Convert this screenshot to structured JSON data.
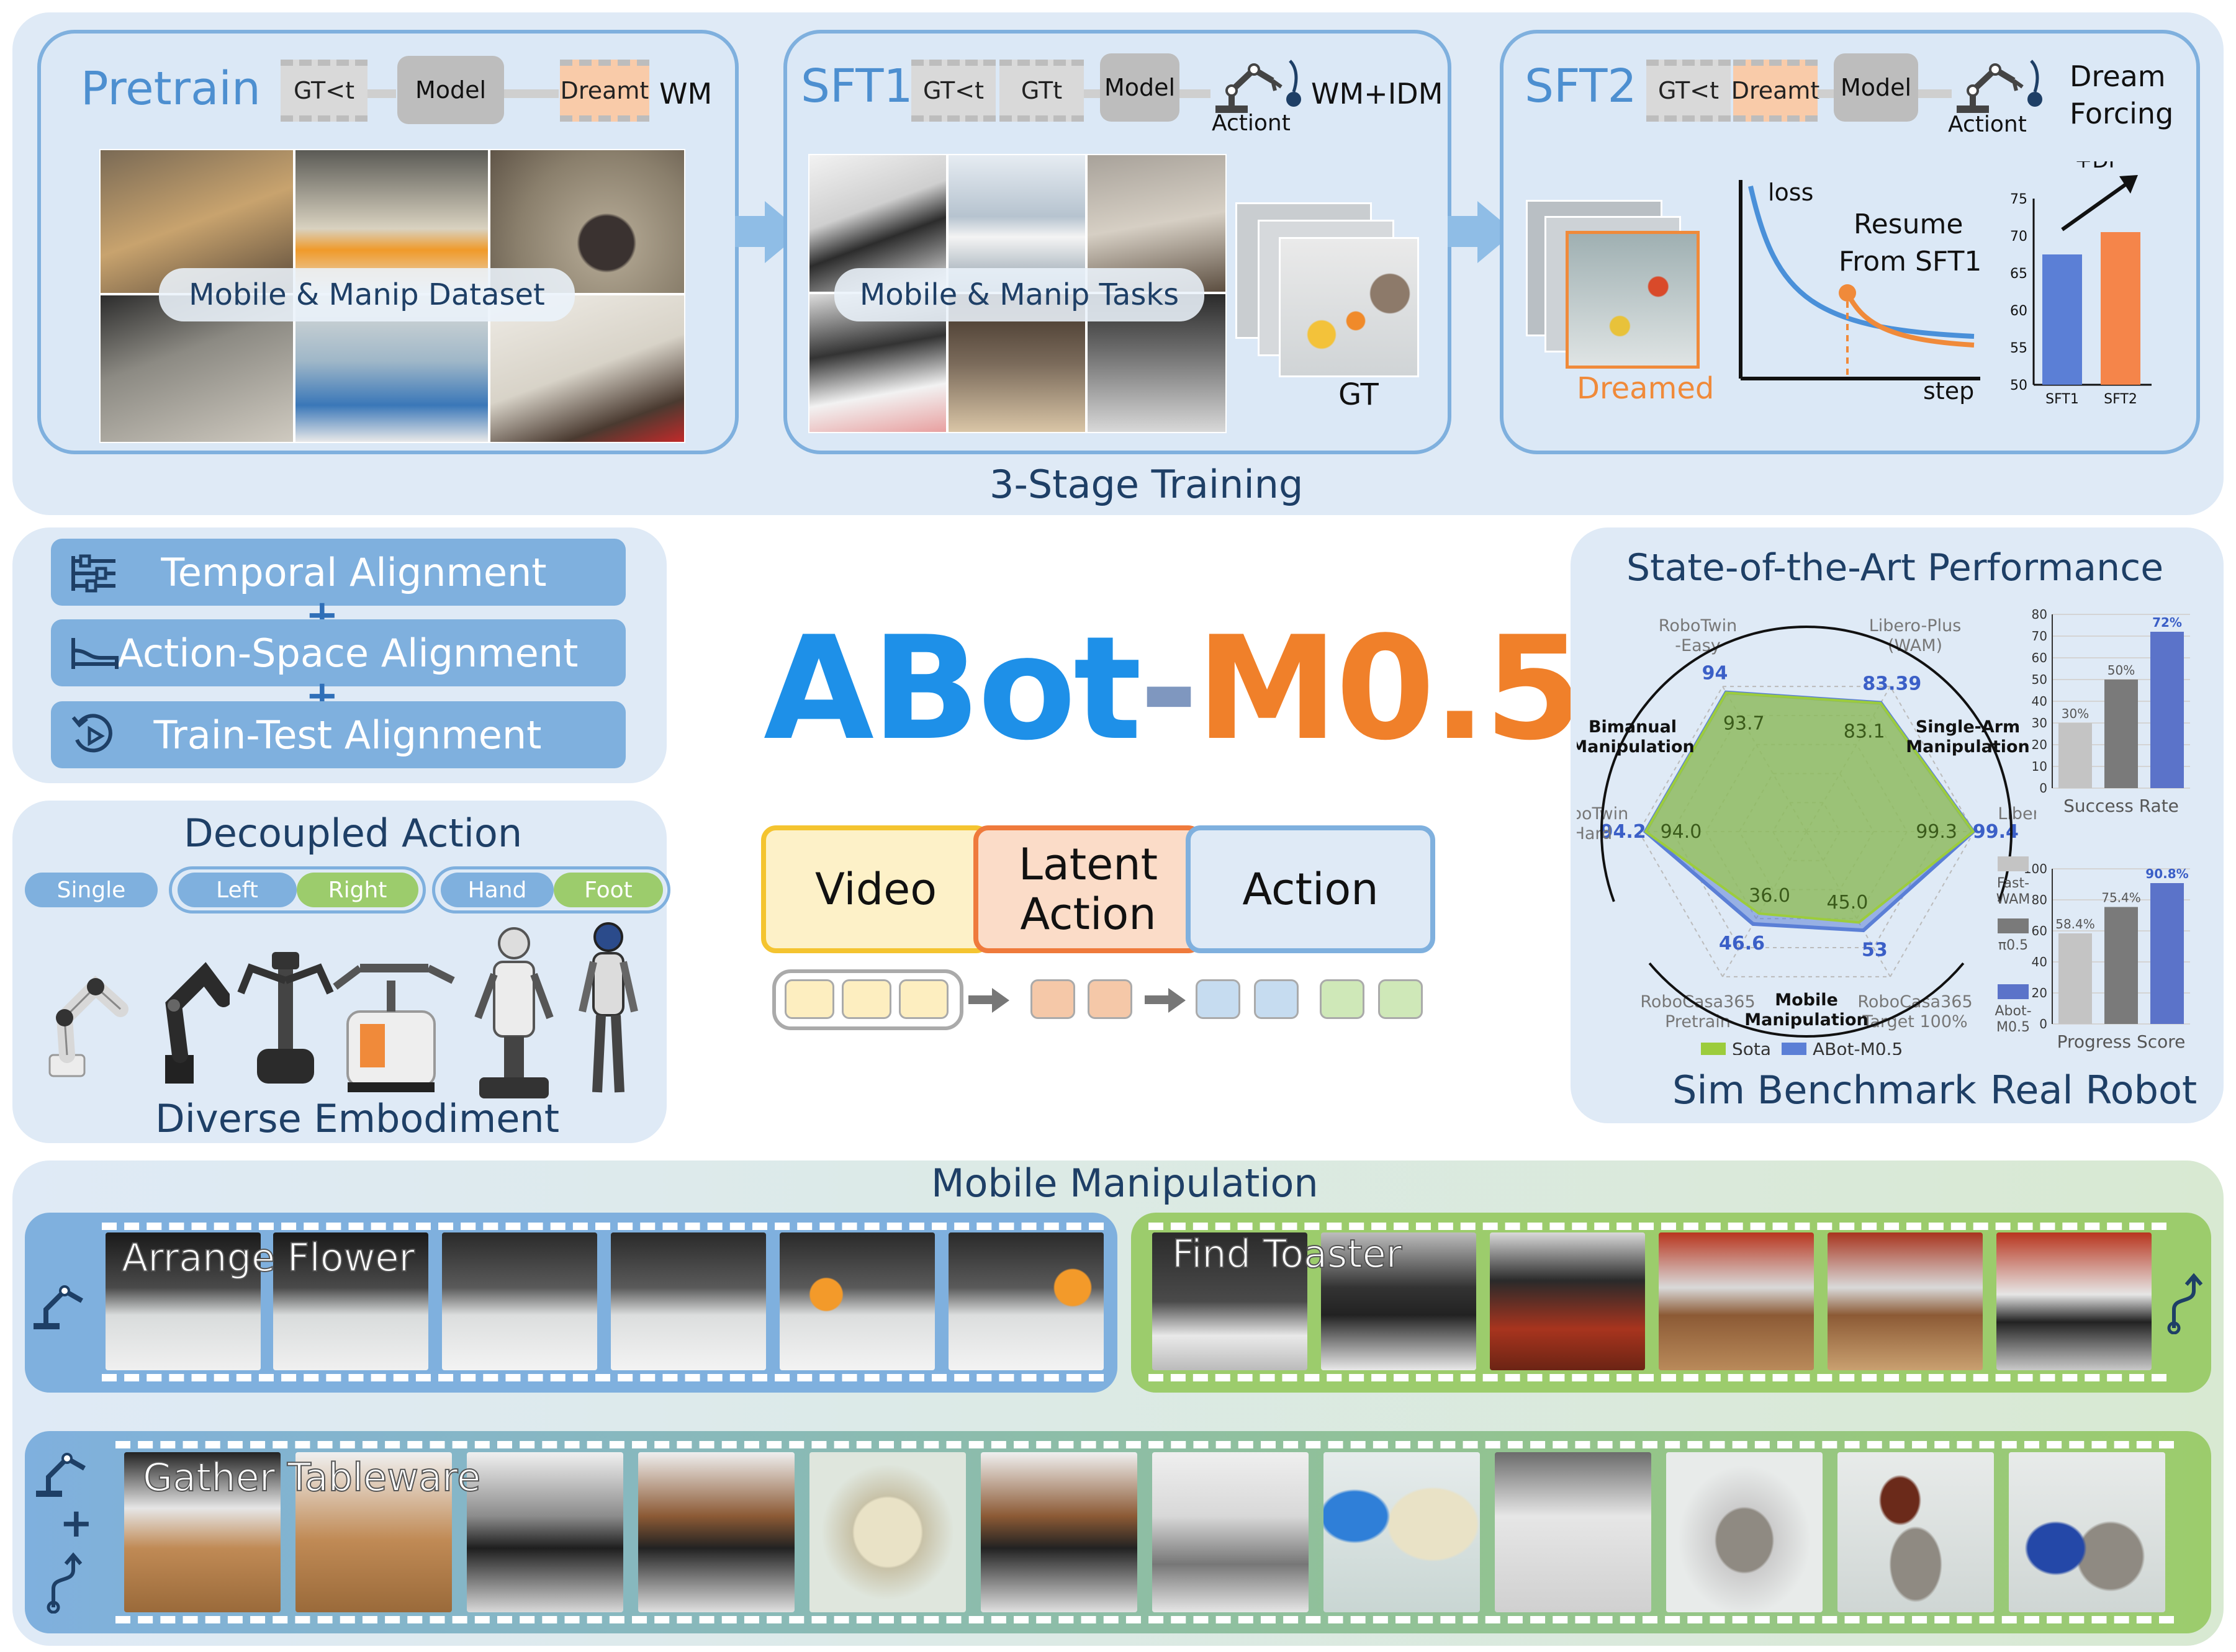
{
  "training": {
    "caption": "3-Stage Training",
    "pretrain": {
      "title": "Pretrain",
      "inputs": [
        "GT<t"
      ],
      "model": "Model",
      "output": "Dreamt",
      "tag": "WM",
      "dataset": "Mobile & Manip Dataset"
    },
    "sft1": {
      "title": "SFT1",
      "inputs": [
        "GT<t",
        "GTt"
      ],
      "model": "Model",
      "output": "Actiont",
      "tag": "WM+IDM",
      "tasks": "Mobile & Manip Tasks",
      "gt": "GT"
    },
    "sft2": {
      "title": "SFT2",
      "inputs": [
        "GT<t",
        "Dreamt"
      ],
      "model": "Model",
      "output": "Actiont",
      "tag_line1": "Dream",
      "tag_line2": "Forcing",
      "dreamed": "Dreamed",
      "loss_label": "loss",
      "step_label": "step",
      "resume_line1": "Resume",
      "resume_line2": "From SFT1"
    }
  },
  "sft2_chart": {
    "chart_data": {
      "type": "bar",
      "categories": [
        "SFT1",
        "SFT2"
      ],
      "values": [
        67.5,
        70.5
      ],
      "ylim": [
        50,
        75
      ],
      "yticks": [
        50,
        55,
        60,
        65,
        70,
        75
      ],
      "annotation": "+DF",
      "colors": [
        "#5b7fd6",
        "#f5854a"
      ]
    }
  },
  "alignment": {
    "items": [
      {
        "label": "Temporal Alignment",
        "icon": "sliders-icon"
      },
      {
        "label": "Action-Space Alignment",
        "icon": "bed-icon"
      },
      {
        "label": "Train-Test Alignment",
        "icon": "refresh-play-icon"
      }
    ],
    "plus": "+"
  },
  "decoupled": {
    "title": "Decoupled Action",
    "tags": [
      "Single",
      "Left",
      "Right",
      "Hand",
      "Foot"
    ],
    "footer": "Diverse Embodiment"
  },
  "center": {
    "title_a": "ABot",
    "title_dash": "-",
    "title_b": "M0.5",
    "segments": [
      "Video",
      "Latent Action",
      "Action"
    ]
  },
  "perf": {
    "title": "State-of-the-Art Performance",
    "sim_label": "Sim Benchmark",
    "real_label": "Real Robot",
    "radar": {
      "axes": [
        {
          "name_lines": [
            "RoboTwin",
            "-Easy"
          ],
          "sota": 93.7,
          "ours": 94.0
        },
        {
          "name_lines": [
            "Libero-Plus",
            "(WAM)"
          ],
          "sota": 83.1,
          "ours": 83.39
        },
        {
          "name_lines": [
            "Libero"
          ],
          "sota": 99.3,
          "ours": 99.4
        },
        {
          "name_lines": [
            "RoboCasa365",
            "Target 100%"
          ],
          "sota": 45.0,
          "ours": 53.0
        },
        {
          "name_lines": [
            "RoboCasa365",
            "Pretrain"
          ],
          "sota": 36.0,
          "ours": 46.6
        },
        {
          "name_lines": [
            "RoboTwin",
            "-Hard"
          ],
          "sota": 94.0,
          "ours": 94.2
        }
      ],
      "groups": [
        "Bimanual Manipulation",
        "Single-Arm Manipulation",
        "Mobile Manipulation"
      ],
      "legend": [
        "Sota",
        "ABot-M0.5"
      ],
      "colors": {
        "sota": "#9ccc3c",
        "ours": "#5b7fd6"
      }
    },
    "chart_data": [
      {
        "type": "bar",
        "title": "Success Rate",
        "categories": [
          "",
          "",
          ""
        ],
        "values": [
          30,
          50,
          72
        ],
        "labels": [
          "30%",
          "50%",
          "72%"
        ],
        "ylim": [
          0,
          80
        ],
        "yticks": [
          0,
          10,
          20,
          30,
          40,
          50,
          60,
          70,
          80
        ],
        "colors": [
          "#c4c4c4",
          "#7a7a7a",
          "#5b73c9"
        ]
      },
      {
        "type": "bar",
        "title": "Progress Score",
        "categories": [
          "Fast-WAM",
          "π0.5",
          "Abot-M0.5"
        ],
        "values": [
          58.4,
          75.4,
          90.8
        ],
        "labels": [
          "58.4%",
          "75.4%",
          "90.8%"
        ],
        "ylim": [
          0,
          100
        ],
        "yticks": [
          0,
          20,
          40,
          60,
          80,
          100
        ],
        "colors": [
          "#c4c4c4",
          "#7a7a7a",
          "#5b73c9"
        ]
      }
    ]
  },
  "mobile": {
    "title": "Mobile Manipulation",
    "tasks": [
      "Arrange Flower",
      "Find Toaster",
      "Gather Tableware"
    ],
    "plus": "+"
  }
}
